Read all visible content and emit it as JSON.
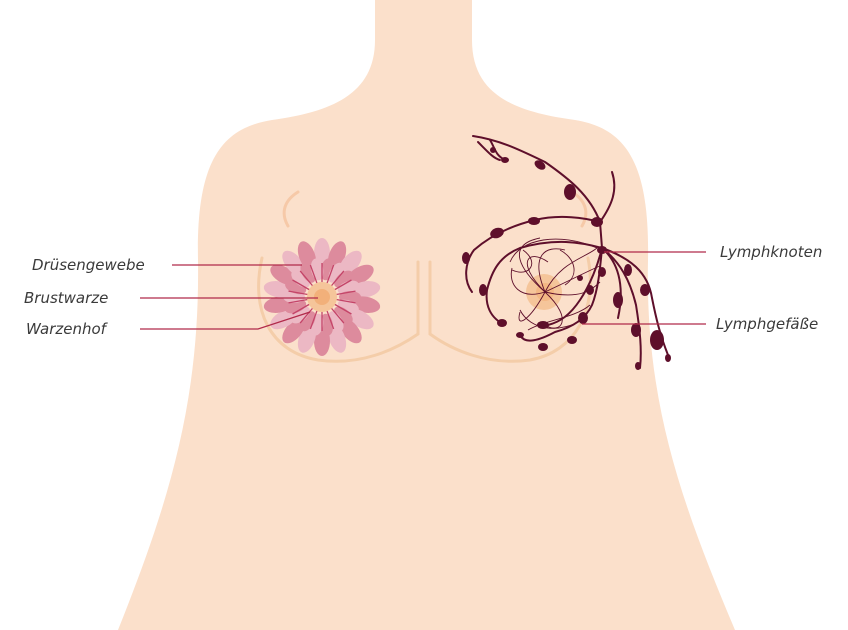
{
  "labels": {
    "glandular_tissue": "Drüsengewebe",
    "nipple": "Brustwarze",
    "areola": "Warzenhof",
    "lymph_nodes": "Lymphknoten",
    "lymph_vessels": "Lymphgefäße"
  },
  "colors": {
    "background": "#ffffff",
    "skin": "#fbe0cb",
    "skin_shadow": "#f6d0b4",
    "areola": "#f5c59a",
    "nipple": "#f2b07a",
    "gland_lobe": "#dd8b9d",
    "gland_lobe_light": "#ecb8c4",
    "duct": "#c44468",
    "lymph": "#5e0f2b",
    "leader_line": "#b12a4a"
  },
  "icons": {
    "body": "torso-silhouette",
    "left_breast": "glandular-tissue-flower",
    "right_breast": "lymphatic-network"
  }
}
